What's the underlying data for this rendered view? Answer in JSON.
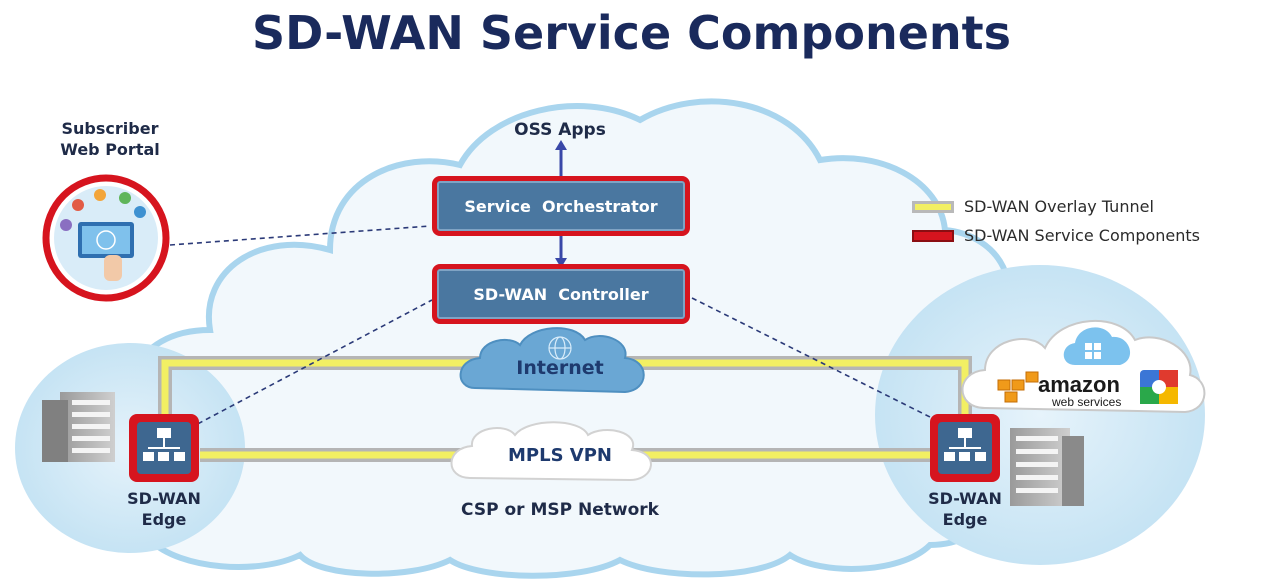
{
  "title": "SD-WAN Service Components",
  "nodes": {
    "oss_apps": "OSS Apps",
    "service_orchestrator": "Service  Orchestrator",
    "sdwan_controller": "SD-WAN  Controller",
    "internet": "Internet",
    "mpls_vpn": "MPLS VPN",
    "csp_network": "CSP or MSP Network",
    "edge_left": [
      "SD-WAN",
      "Edge"
    ],
    "edge_right": [
      "SD-WAN",
      "Edge"
    ],
    "portal": [
      "Subscriber",
      "Web Portal"
    ],
    "amazon_logo": "amazon",
    "amazon_sub": "web services"
  },
  "legend": [
    {
      "label": "SD-WAN Overlay Tunnel",
      "swatch": "tunnel"
    },
    {
      "label": "SD-WAN Service Components",
      "swatch": "components"
    }
  ],
  "colors": {
    "title": "#1a2a5c",
    "component_border": "#d6141e",
    "component_fill": "#4a77a0",
    "tunnel": "#f2ef63",
    "cloud_fill": "#e8f4fb",
    "cloud_stroke": "#a9d5ee"
  }
}
